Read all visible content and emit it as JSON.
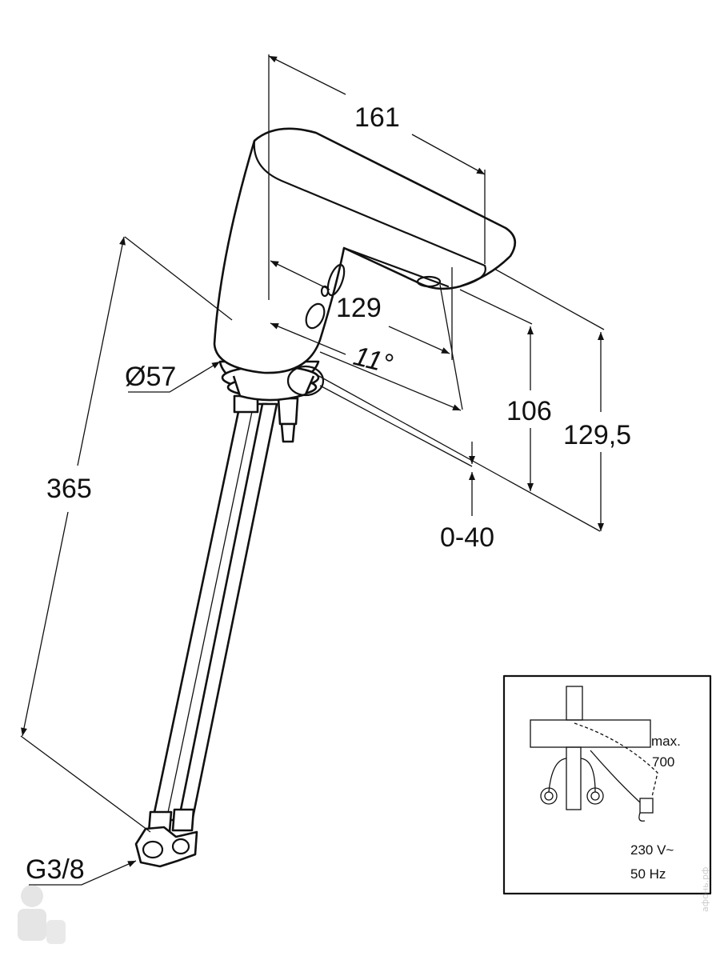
{
  "dimensions": {
    "length_161": "161",
    "height_129": "129",
    "angle": "11°",
    "diameter": "Ø57",
    "total_365": "365",
    "height_106": "106",
    "height_129_5": "129,5",
    "thickness_range": "0-40",
    "thread": "G3/8"
  },
  "inset": {
    "max_label": "max.",
    "max_value": "700",
    "voltage": "230 V~",
    "frequency": "50 Hz"
  },
  "watermark": "афонь.рф"
}
